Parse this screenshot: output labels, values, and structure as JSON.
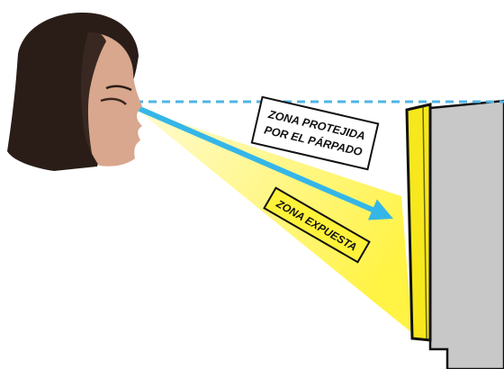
{
  "labels": {
    "protected_line1": "ZONA PROTEJIDA",
    "protected_line2": "POR EL PÁRPADO",
    "exposed": "ZONA EXPUESTA"
  },
  "colors": {
    "background": "#ffffff",
    "exposed_zone_fill": "#fff23a",
    "exposed_zone_fill_light": "#fffbd0",
    "screen_bezel": "#f6e81c",
    "monitor_body": "#c8c8c8",
    "outline": "#111111",
    "gaze_arrow": "#35b6e8",
    "eye_level_line": "#4fb4e4",
    "hair": "#2a1d18",
    "skin": "#d8a78d"
  },
  "icons": {
    "person": "woman-head-profile-icon",
    "arrow": "gaze-arrow-icon"
  }
}
